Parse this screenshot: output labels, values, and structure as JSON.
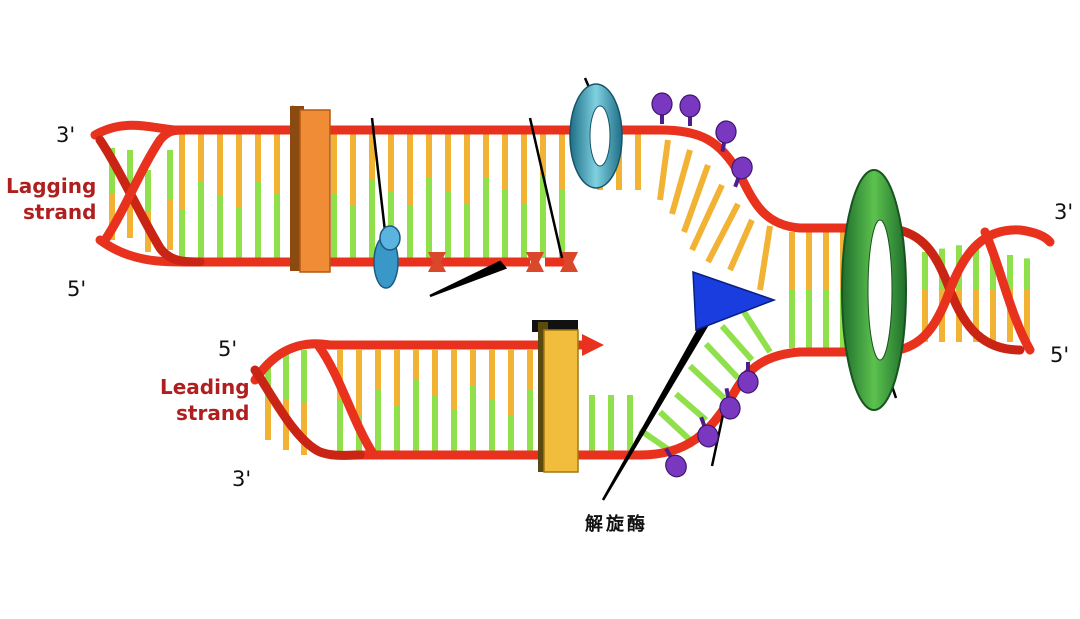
{
  "diagram": {
    "end_labels": {
      "lagging_top_left": "3'",
      "lagging_bottom_left": "5'",
      "leading_top_left": "5'",
      "leading_bottom_left": "3'",
      "parent_top_right": "3'",
      "parent_bottom_right": "5'"
    },
    "strand_labels": {
      "lagging": [
        "Lagging",
        "strand"
      ],
      "leading": [
        "Leading",
        "strand"
      ]
    },
    "enzyme_label": "解旋酶",
    "colors": {
      "backbone": "#e8321e",
      "backbone_dark": "#a81c10",
      "base_yellow": "#f2b233",
      "base_green": "#8fe04a",
      "polymerase_lagging": "#f08c35",
      "polymerase_leading": "#f2bc3c",
      "helicase": "#1a3de0",
      "clamp": "#2e8a3a",
      "ssb": "#7a38c0",
      "primase": "#3a98c8",
      "topoisomerase": "#3a9ab0",
      "label_red": "#b01f1f"
    }
  }
}
